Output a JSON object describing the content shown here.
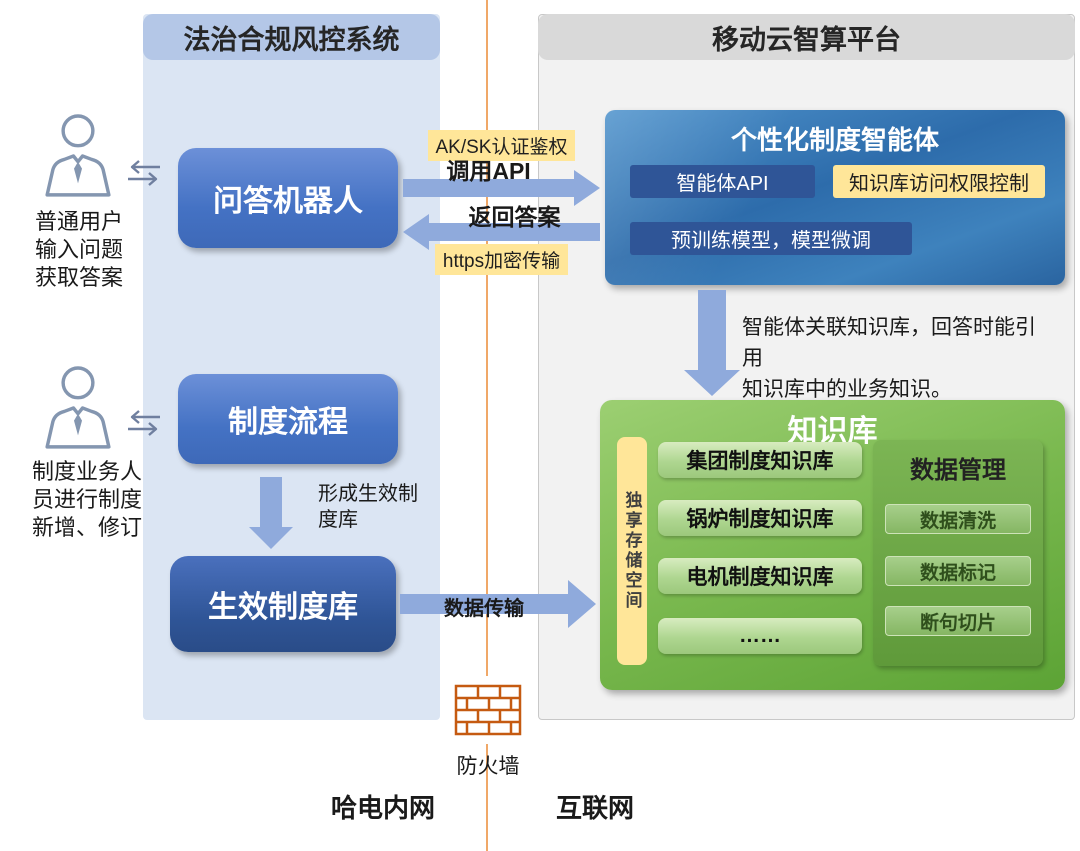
{
  "diagram": {
    "left_panel": {
      "title": "法治合规风控系统",
      "qa_robot": "问答机器人",
      "process": "制度流程",
      "effective_library": "生效制度库",
      "user_top": "普通用户\n输入问题\n获取答案",
      "user_bottom": "制度业务人\n员进行制度\n新增、修订",
      "form_library_note": "形成生效制\n度库"
    },
    "right_panel": {
      "title": "移动云智算平台",
      "agent": {
        "title": "个性化制度智能体",
        "api": "智能体API",
        "access_control": "知识库访问权限控制",
        "model": "预训练模型，模型微调"
      },
      "agent_kb_note": "智能体关联知识库，回答时能引用\n知识库中的业务知识。",
      "knowledge_base": {
        "title": "知识库",
        "storage": "独享存储空间",
        "items": [
          "集团制度知识库",
          "锅炉制度知识库",
          "电机制度知识库",
          "……"
        ],
        "data_management": {
          "title": "数据管理",
          "items": [
            "数据清洗",
            "数据标记",
            "断句切片"
          ]
        }
      }
    },
    "flows": {
      "aksk": "AK/SK认证鉴权",
      "call_api": "调用API",
      "return_answer": "返回答案",
      "https": "https加密传输",
      "data_transfer": "数据传输"
    },
    "bottom": {
      "firewall": "防火墙",
      "intranet": "哈电内网",
      "internet": "互联网"
    }
  },
  "colors": {
    "arrow": "#8faadc",
    "highlight_yellow": "#ffe699",
    "box_blue": "#4472c4",
    "box_dark_blue": "#2f5597",
    "kb_green": "#70ad47",
    "left_panel_bg": "#dbe5f3",
    "left_header_bg": "#b4c7e7",
    "right_panel_bg": "#f2f2f2",
    "right_header_bg": "#d9d9d9",
    "divider_orange": "#f0a868"
  },
  "icons": [
    "user-icon",
    "swap-arrows-icon",
    "firewall-icon",
    "block-arrow-icon"
  ]
}
